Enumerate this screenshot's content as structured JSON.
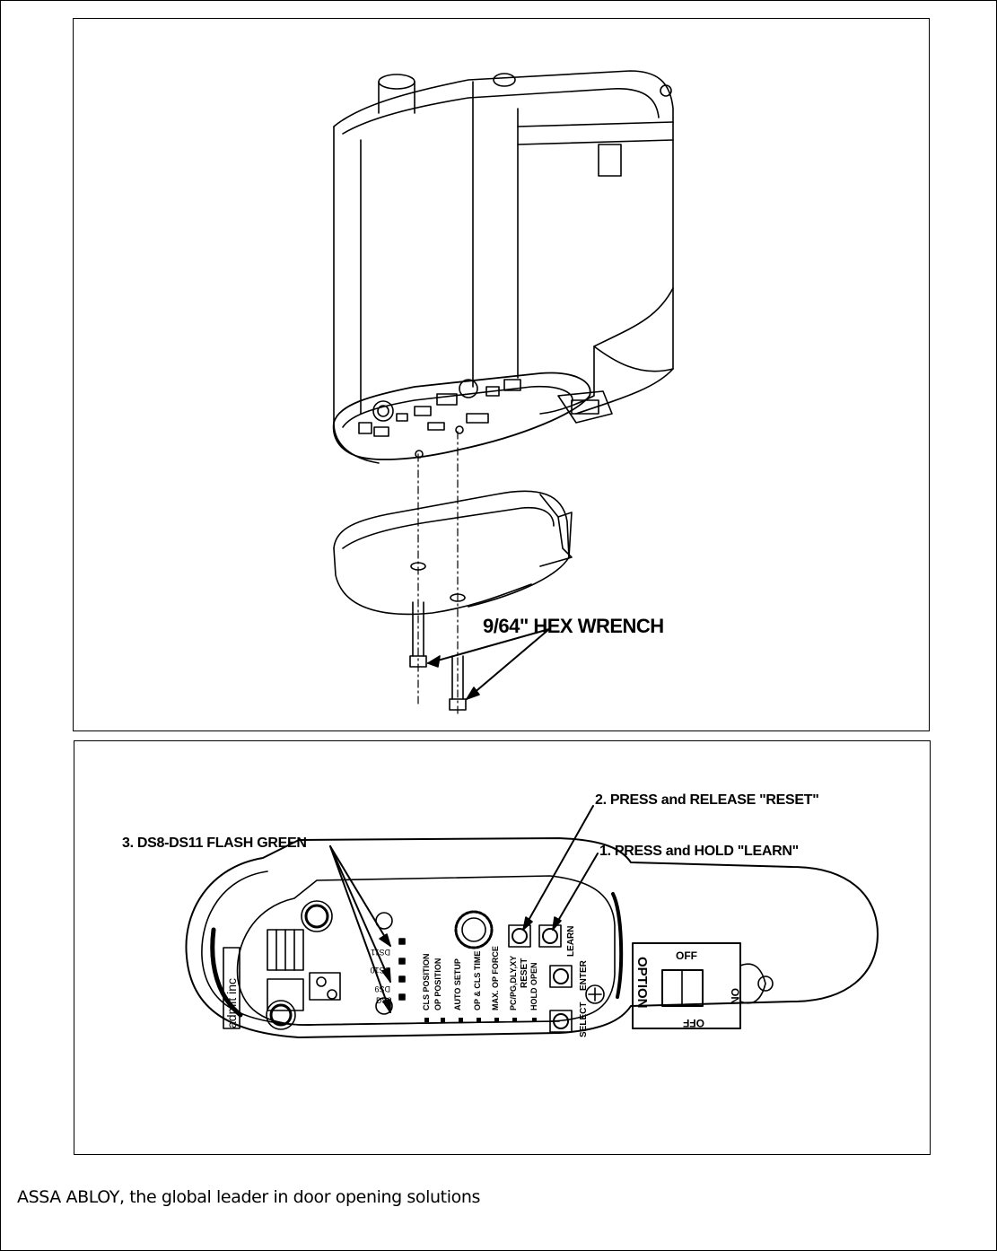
{
  "figure1": {
    "callout_hex_wrench": "9/64\" HEX WRENCH"
  },
  "figure2": {
    "callout_step1": "1. PRESS and HOLD \"LEARN\"",
    "callout_step2": "2. PRESS and RELEASE \"RESET\"",
    "callout_step3": "3. DS8-DS11 FLASH GREEN",
    "brand_label": "admit inc",
    "led_labels": [
      "DS11",
      "DS10",
      "DS9",
      "DS8"
    ],
    "setting_labels": [
      "CLS POSITION",
      "OP POSITION",
      "AUTO SETUP",
      "OP & CLS TIME",
      "MAX. OP FORCE",
      "PC/PG,DLY,XY",
      "HOLD OPEN"
    ],
    "button_labels": {
      "reset": "RESET",
      "learn": "LEARN",
      "enter": "ENTER",
      "select": "SELECT"
    },
    "switch_labels": {
      "option": "OPTION",
      "off_top": "OFF",
      "on": "ON",
      "off_bottom": "OFF"
    }
  },
  "footer": {
    "tagline": "ASSA ABLOY, the global leader in door opening solutions"
  }
}
